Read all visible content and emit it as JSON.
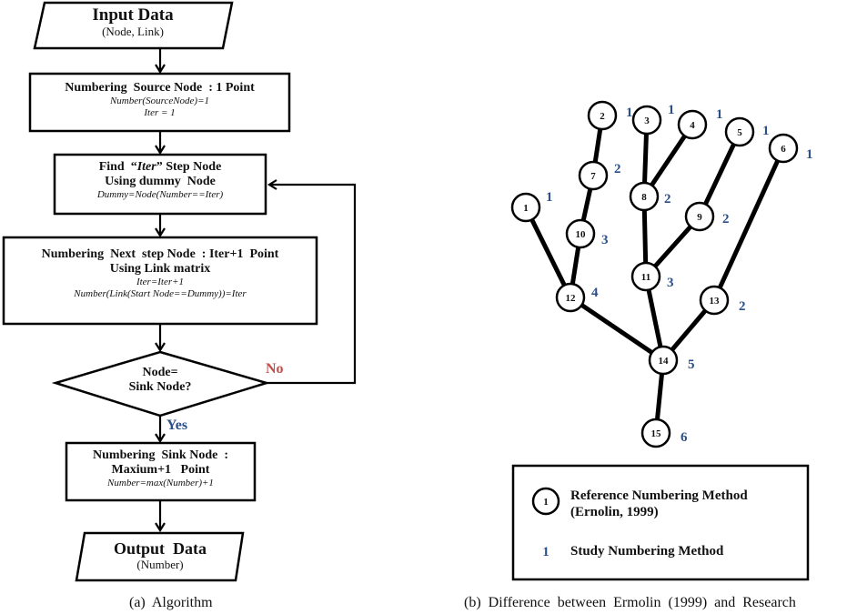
{
  "flowchart": {
    "input": {
      "title": "Input Data",
      "subtitle": "(Node, Link)"
    },
    "step1": {
      "title": "Numbering  Source Node  : 1 Point",
      "formula1": "Number(SourceNode)=1",
      "formula2": "Iter = 1"
    },
    "step2": {
      "title_pre": "Find  “",
      "title_iter": "Iter",
      "title_post": "” Step Node",
      "line2": "Using dummy  Node",
      "formula": "Dummy=Node(Number==Iter)"
    },
    "step3": {
      "title": "Numbering  Next  step Node  : Iter+1  Point",
      "line2": "Using Link matrix",
      "formula1": "Iter=Iter+1",
      "formula2": "Number(Link(Start Node==Dummy))=Iter"
    },
    "decision": {
      "line1": "Node=",
      "line2": "Sink Node?",
      "no_label": "No",
      "yes_label": "Yes"
    },
    "step4": {
      "title": "Numbering  Sink Node  :",
      "line2": "Maxium+1   Point",
      "formula": "Number=max(Number)+1"
    },
    "output": {
      "title": "Output  Data",
      "subtitle": "(Number)"
    },
    "caption": "(a)  Algorithm"
  },
  "tree": {
    "nodes": [
      {
        "id": "1",
        "study": "1"
      },
      {
        "id": "2",
        "study": "1"
      },
      {
        "id": "3",
        "study": "1"
      },
      {
        "id": "4",
        "study": "1"
      },
      {
        "id": "5",
        "study": "1"
      },
      {
        "id": "6",
        "study": "1"
      },
      {
        "id": "7",
        "study": "2"
      },
      {
        "id": "8",
        "study": "2"
      },
      {
        "id": "9",
        "study": "2"
      },
      {
        "id": "10",
        "study": "3"
      },
      {
        "id": "11",
        "study": "3"
      },
      {
        "id": "12",
        "study": "4"
      },
      {
        "id": "13",
        "study": "2"
      },
      {
        "id": "14",
        "study": "5"
      },
      {
        "id": "15",
        "study": "6"
      }
    ],
    "edges": [
      [
        "2",
        "7"
      ],
      [
        "7",
        "10"
      ],
      [
        "10",
        "12"
      ],
      [
        "1",
        "12"
      ],
      [
        "3",
        "8"
      ],
      [
        "4",
        "8"
      ],
      [
        "8",
        "11"
      ],
      [
        "5",
        "9"
      ],
      [
        "9",
        "11"
      ],
      [
        "11",
        "14"
      ],
      [
        "12",
        "14"
      ],
      [
        "6",
        "13"
      ],
      [
        "13",
        "14"
      ],
      [
        "14",
        "15"
      ]
    ],
    "legend": {
      "ref_symbol": "1",
      "ref_line1": "Reference Numbering Method",
      "ref_line2": "(Ernolin, 1999)",
      "study_symbol": "1",
      "study_label": "Study Numbering Method"
    },
    "caption": "(b)  Difference  between  Ermolin  (1999)  and  Research"
  },
  "colors": {
    "study_label": "#2b4f8a",
    "no_label": "#c0504d",
    "line": "#000000"
  }
}
